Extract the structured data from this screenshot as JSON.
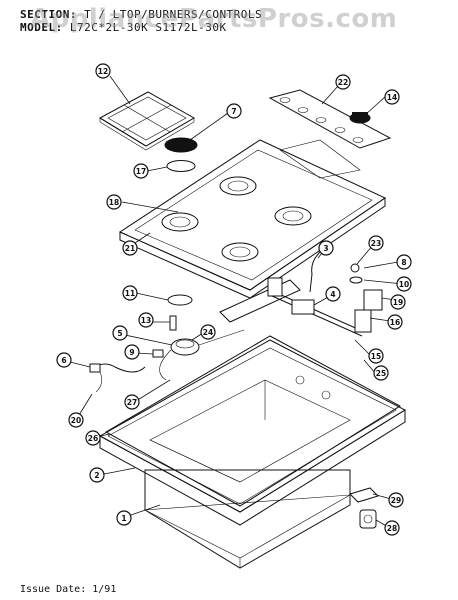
{
  "header": {
    "section_label": "SECTION:",
    "section_value": "T / LTOP/BURNERS/CONTROLS",
    "model_label": "MODEL:",
    "model_value": "L72C*2L-30K   S1172L-30K"
  },
  "watermark": "AppliancePartsPros.com",
  "footer": {
    "issue_label": "Issue Date:",
    "issue_value": "1/91"
  },
  "callouts": [
    "12",
    "7",
    "14",
    "22",
    "17",
    "18",
    "21",
    "3",
    "23",
    "8",
    "10",
    "19",
    "11",
    "4",
    "16",
    "13",
    "24",
    "5",
    "9",
    "15",
    "25",
    "6",
    "27",
    "20",
    "26",
    "2",
    "29",
    "28",
    "1"
  ]
}
